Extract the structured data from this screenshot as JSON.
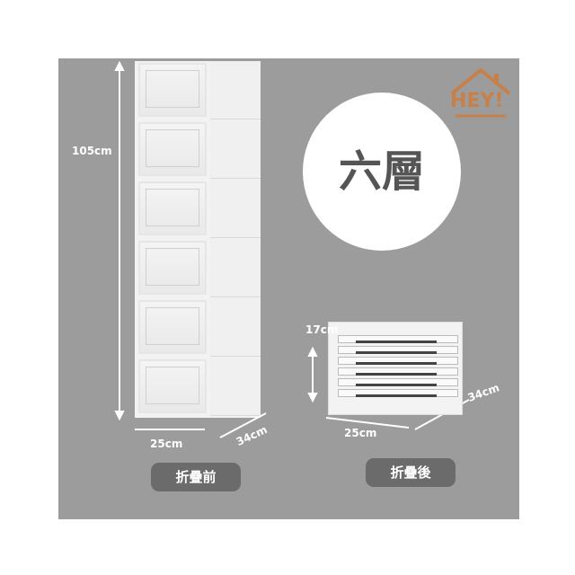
{
  "logo": {
    "text": "HEY!"
  },
  "tower": {
    "height": "105cm",
    "width": "25cm",
    "depth": "34cm",
    "label": "折疊前"
  },
  "folded": {
    "height": "17cm",
    "width": "25cm",
    "depth": "34cm",
    "label": "折疊後"
  },
  "badge": {
    "text": "六層"
  },
  "colors": {
    "background": "#9c9c9c",
    "pill": "#6b6b6b",
    "logo": "#c8804a"
  }
}
